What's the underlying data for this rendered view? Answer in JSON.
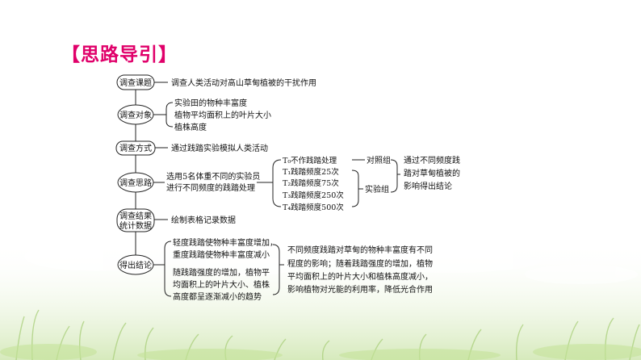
{
  "heading": "【思路导引】",
  "nodes": {
    "n1": "调查课题",
    "n2": "调查对象",
    "n3": "调查方式",
    "n4": "调查思路",
    "n5a": "调查结果",
    "n5b": "统计数据",
    "n6": "得出结论"
  },
  "row1": "调查人类活动对高山草甸植被的干扰作用",
  "row2": [
    "实验田的物种丰富度",
    "植物平均面积上的叶片大小",
    "植株高度"
  ],
  "row3": "通过践踏实验模拟人类活动",
  "row4": {
    "method": [
      "选用5名体重不同的实验员",
      "进行不同频度的践踏处理"
    ],
    "treatments": [
      "T₀不作践踏处理",
      "T₁践踏频度25次",
      "T₂践踏频度75次",
      "T₃践踏频度250次",
      "T₄践踏频度500次"
    ],
    "control": "对照组",
    "experimental": "实验组",
    "purpose": [
      "通过不同频度践",
      "踏对草甸植被的",
      "影响得出结论"
    ]
  },
  "row5": "绘制表格记录数据",
  "row6": {
    "left_top": [
      "轻度践踏使物种丰富度增加，",
      "重度践踏使物种丰富度减小"
    ],
    "left_bottom": [
      "随践踏强度的增加，植物平",
      "均面积上的叶片大小、植株",
      "高度都呈逐渐减小的趋势"
    ],
    "conclusion": [
      "不同频度践踏对草甸的物种丰富度有不同",
      "程度的影响；随着践踏强度的增加，植物",
      "平均面积上的叶片大小和植株高度减小，",
      "影响植物对光能的利用率，降低光合作用"
    ]
  }
}
